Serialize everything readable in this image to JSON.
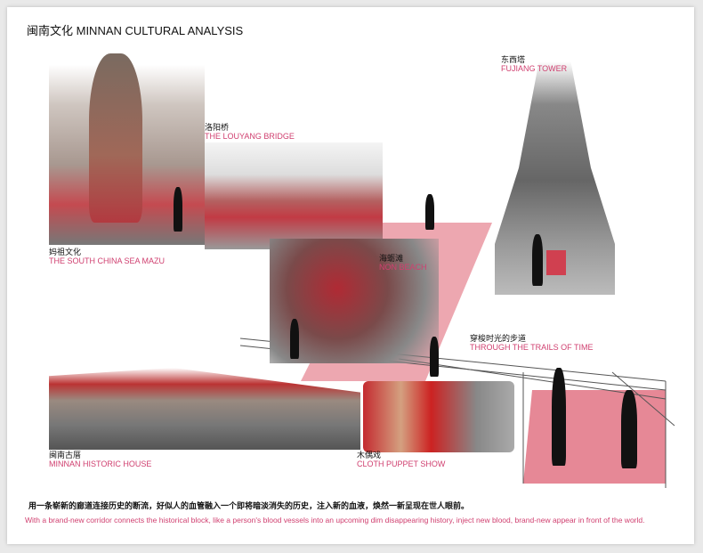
{
  "title": "闽南文化 MINNAN CULTURAL ANALYSIS",
  "accent_color": "#d04070",
  "labels": {
    "mazu": {
      "cn": "妈祖文化",
      "en": "THE SOUTH CHINA SEA MAZU"
    },
    "bridge": {
      "cn": "洛阳桥",
      "en": "THE LOUYANG BRIDGE"
    },
    "tower": {
      "cn": "东西塔",
      "en": "FUJIANG TOWER"
    },
    "beach": {
      "cn": "海蛎滩",
      "en": "NON BEACH"
    },
    "trail": {
      "cn": "穿梭时光的步道",
      "en": "THROUGH THE TRAILS OF TIME"
    },
    "house": {
      "cn": "闽南古厝",
      "en": "MINNAN HISTORIC HOUSE"
    },
    "puppet": {
      "cn": "木偶戏",
      "en": "CLOTH PUPPET SHOW"
    }
  },
  "caption": {
    "cn": "用一条崭新的廊道连接历史的断流，好似人的血管融入一个即将暗淡消失的历史，注入新的血液，焕然一新呈现在世人眼前。",
    "en": "With a brand-new corridor connects the historical block, like a person's blood vessels into an upcoming dim disappearing history, inject new blood, brand-new appear in front of the world."
  }
}
